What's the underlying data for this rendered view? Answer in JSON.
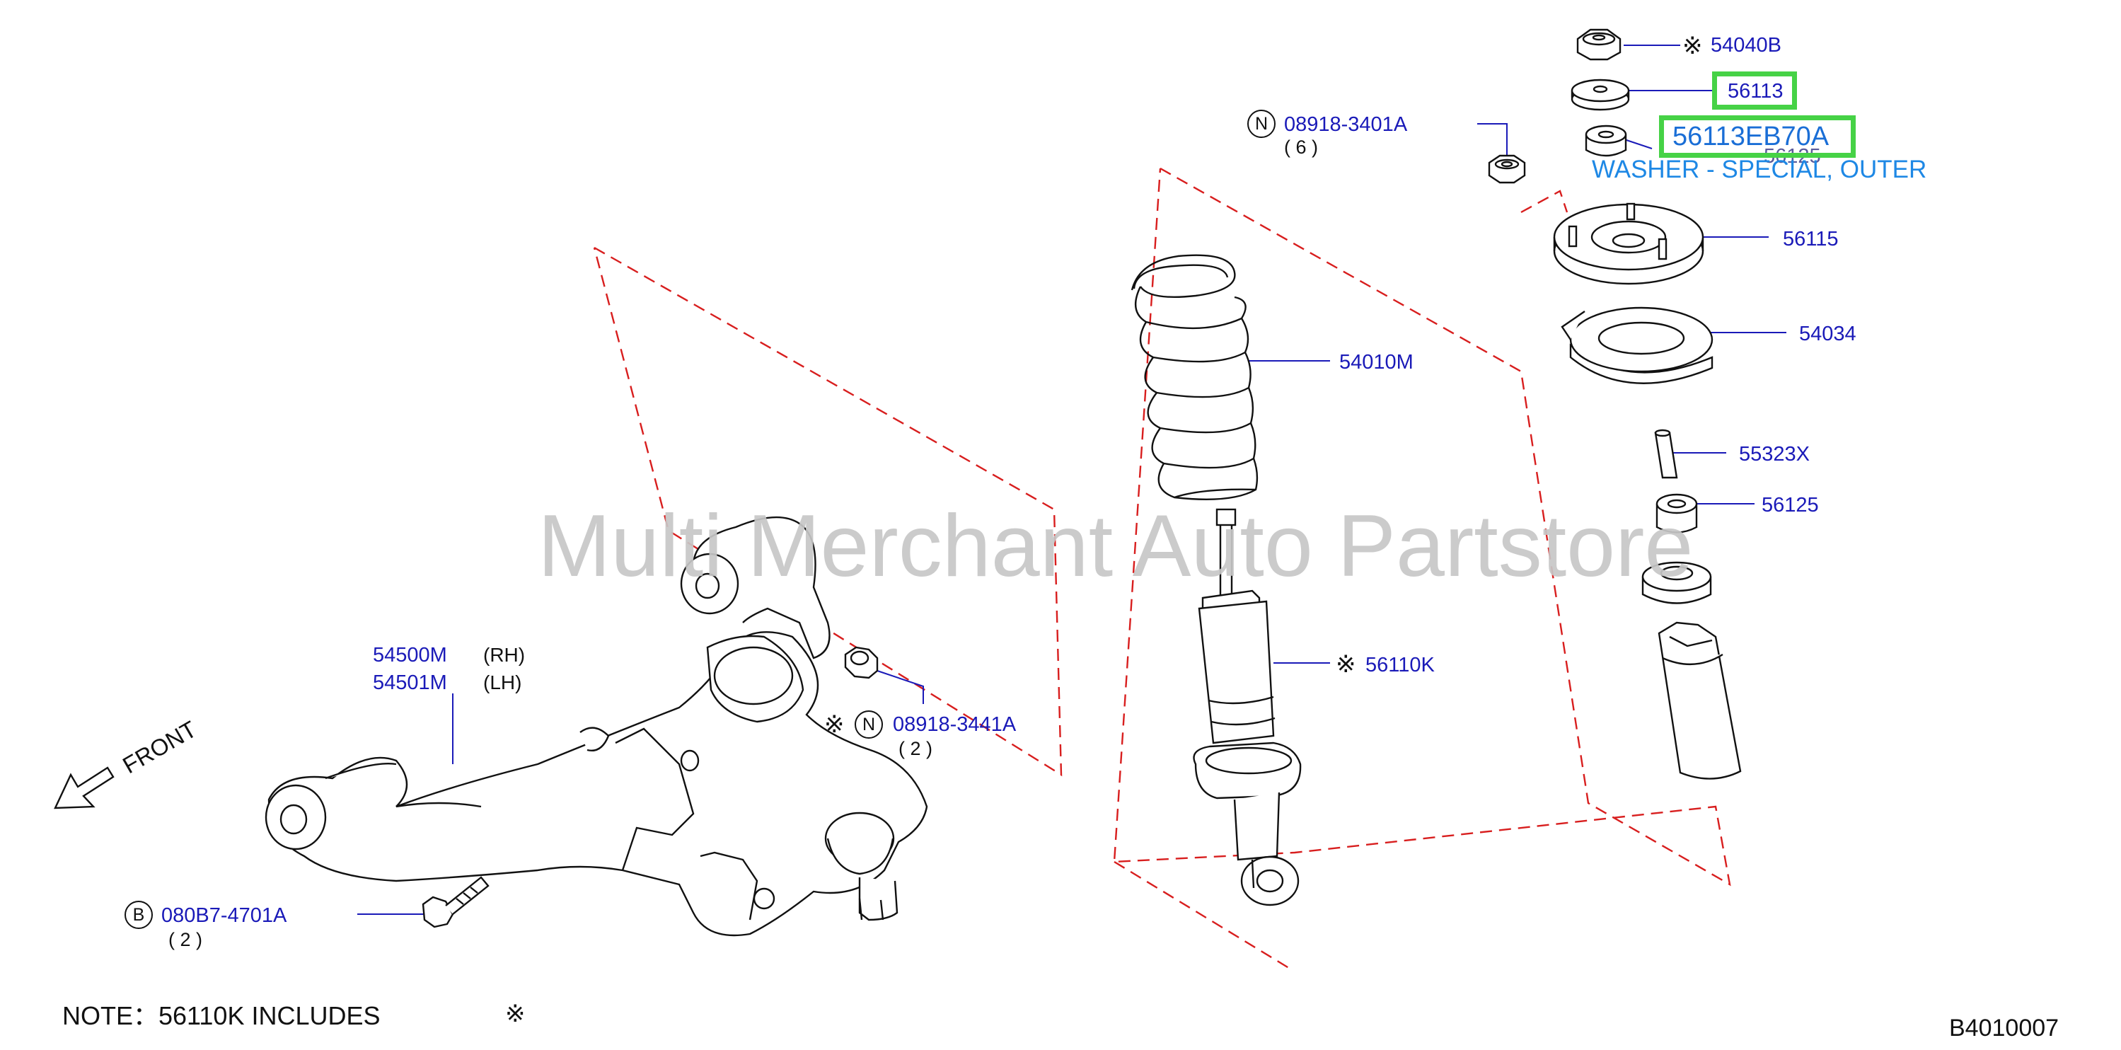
{
  "diagram": {
    "parts": {
      "p54040B": "54040B",
      "p56113": "56113",
      "p56125_top": "56125",
      "p56115": "56115",
      "p54034": "54034",
      "p55323X": "55323X",
      "p56125": "56125",
      "p54010M": "54010M",
      "p56110K": "56110K",
      "p08918_3401A": "08918-3401A",
      "p08918_3441A": "08918-3441A",
      "p54500M": "54500M",
      "p54501M": "54501M",
      "p080B7_4701A": "080B7-4701A"
    },
    "quantities": {
      "q3401A": "( 6 )",
      "q3441A": "( 2 )",
      "q4701A": "( 2 )"
    },
    "sides": {
      "rh": "(RH)",
      "lh": "(LH)"
    },
    "markers": {
      "n": "N",
      "b": "B",
      "star": "※"
    },
    "highlight": {
      "part_number": "56113EB70A",
      "description": "WASHER - SPECIAL, OUTER"
    },
    "note": {
      "prefix": "NOTE：56110K   INCLUDES"
    },
    "front_label": "FRONT",
    "diagram_code": "B4010007",
    "watermark": "Multi Merchant Auto Partstore"
  },
  "colors": {
    "part_label": "#1a1ab8",
    "highlight_border": "#46d246",
    "highlight_text": "#1a6ed6",
    "description": "#1e88e5",
    "dash_line": "#d81e1e",
    "watermark": "#c7c7c7"
  }
}
